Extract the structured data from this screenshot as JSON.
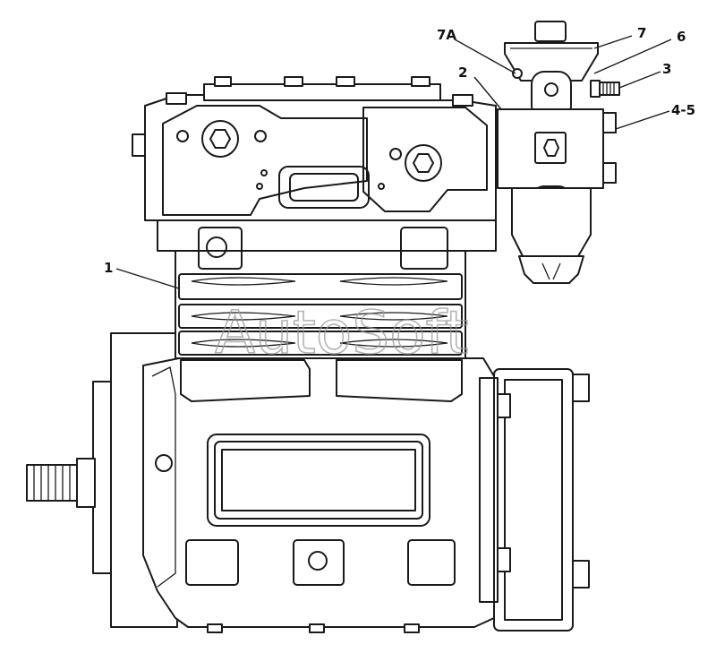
{
  "watermark": "AutoSoft",
  "callouts": {
    "c1": "1",
    "c2": "2",
    "c3": "3",
    "c45": "4-5",
    "c6": "6",
    "c7": "7",
    "c7a": "7A"
  }
}
